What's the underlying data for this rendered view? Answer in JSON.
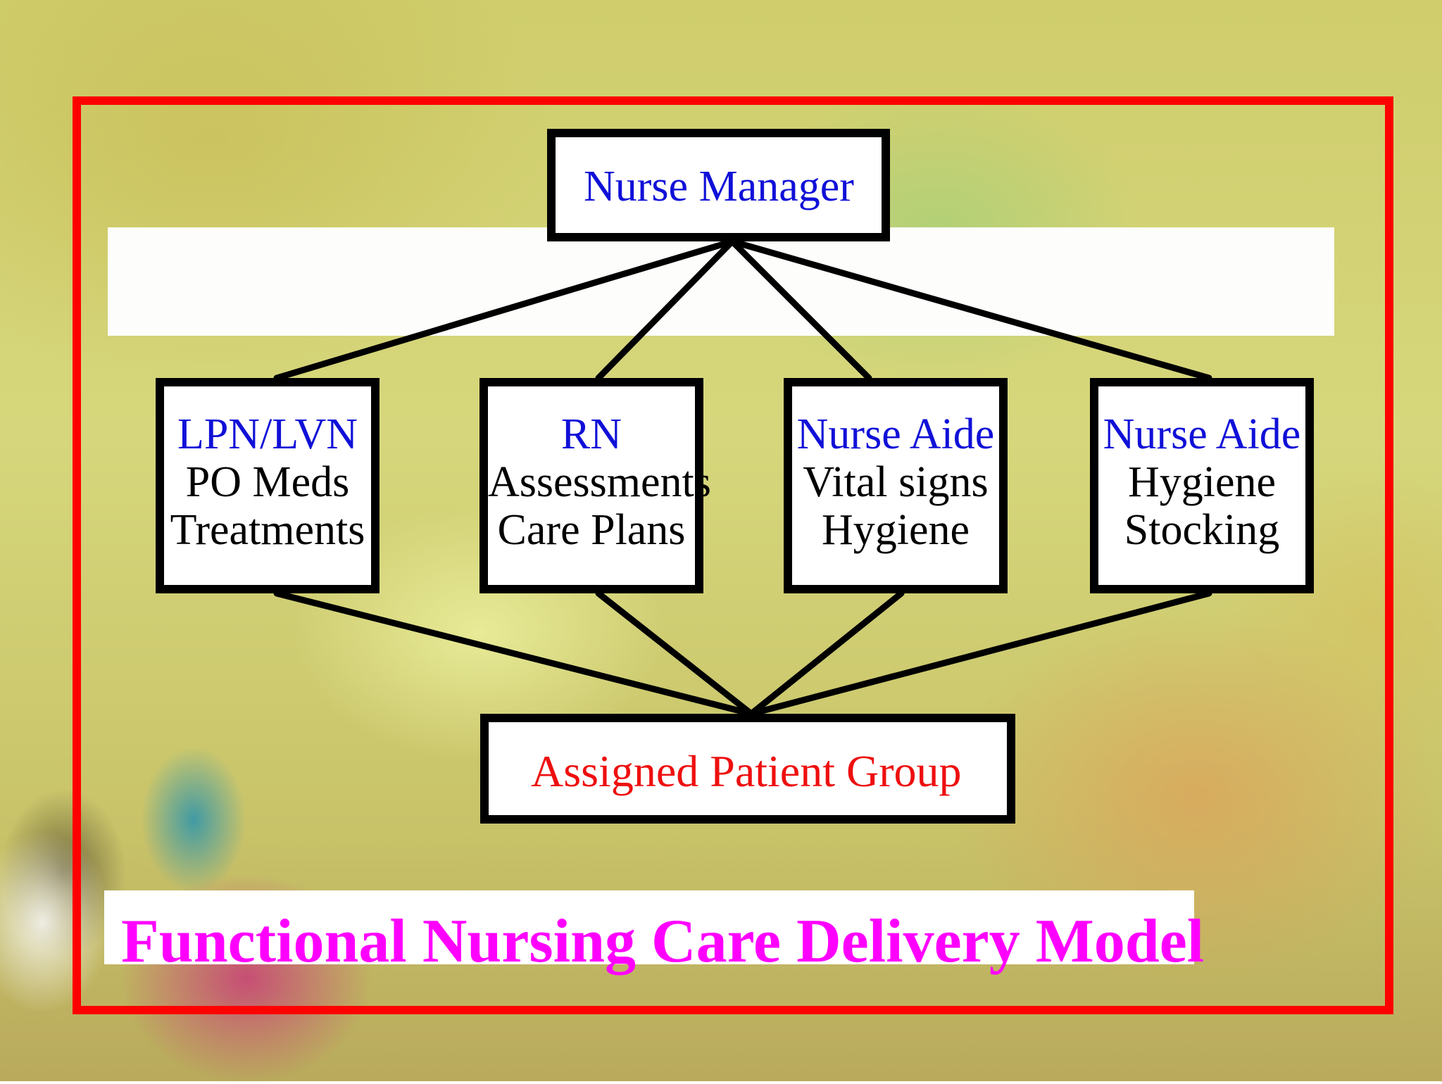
{
  "diagram": {
    "title": "Functional Nursing Care Delivery Model",
    "manager": {
      "label": "Nurse Manager"
    },
    "roles": [
      {
        "title": "LPN/LVN",
        "tasks": [
          "PO Meds",
          "Treatments"
        ]
      },
      {
        "title": "RN",
        "tasks": [
          "Assessments",
          "Care Plans"
        ]
      },
      {
        "title": "Nurse Aide",
        "tasks": [
          "Vital signs",
          "Hygiene"
        ]
      },
      {
        "title": "Nurse Aide",
        "tasks": [
          "Hygiene",
          "Stocking"
        ]
      }
    ],
    "patients": {
      "label": "Assigned Patient Group"
    }
  },
  "colors": {
    "frame": "#ff0000",
    "role_title": "#1010d8",
    "task_text": "#000000",
    "patient_text": "#ee0f0f",
    "model_title": "#ff00ff"
  }
}
